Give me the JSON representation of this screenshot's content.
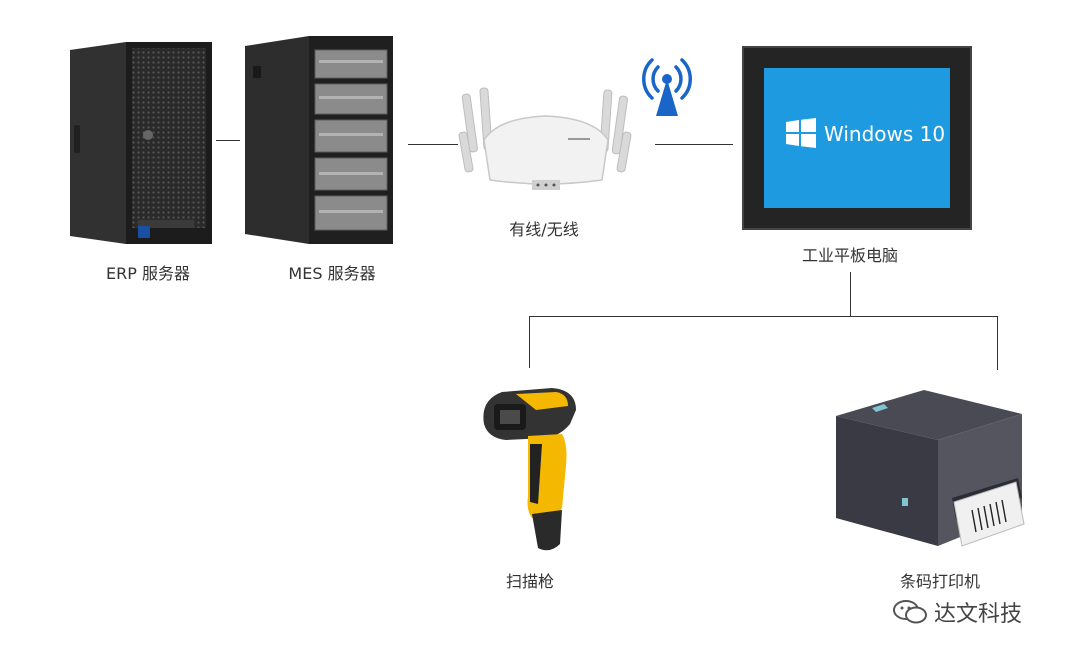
{
  "nodes": {
    "erp_server": {
      "label": "ERP 服务器"
    },
    "mes_server": {
      "label": "MES 服务器"
    },
    "router": {
      "label": "有线/无线"
    },
    "tablet": {
      "label": "工业平板电脑",
      "screen_text": "Windows 10"
    },
    "scanner": {
      "label": "扫描枪"
    },
    "printer": {
      "label": "条码打印机"
    }
  },
  "watermark": {
    "text": "达文科技"
  },
  "colors": {
    "line": "#333333",
    "wifi_blue": "#1a66c8",
    "screen_blue": "#1e9be0",
    "scanner_yellow": "#f5b800"
  }
}
